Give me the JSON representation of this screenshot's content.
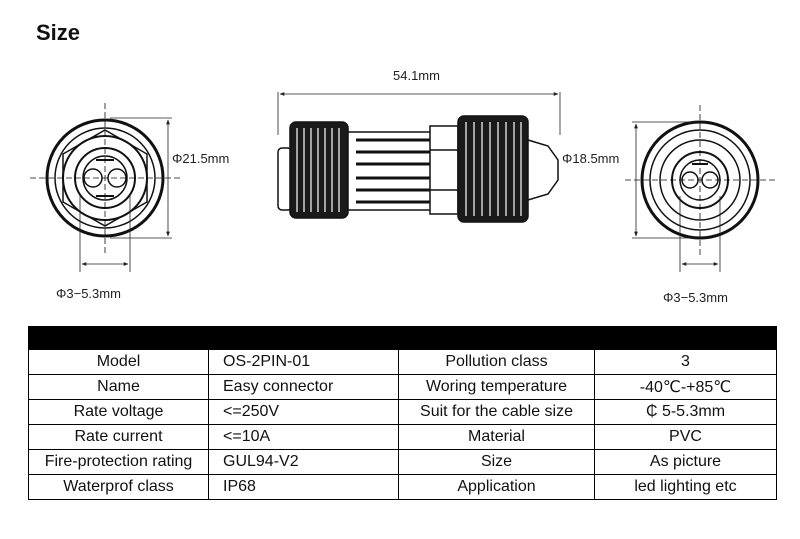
{
  "heading": "Size",
  "dimensions": {
    "length": "54.1mm",
    "left_diameter": "Φ21.5mm",
    "right_diameter": "Φ18.5mm",
    "left_cable": "Φ3−5.3mm",
    "right_cable": "Φ3−5.3mm"
  },
  "specs": [
    {
      "label": "Model",
      "value": "OS-2PIN-01",
      "label2": "Pollution class",
      "value2": "3"
    },
    {
      "label": "Name",
      "value": "Easy connector",
      "label2": "Woring temperature",
      "value2": "-40℃-+85℃"
    },
    {
      "label": "Rate voltage",
      "value": "<=250V",
      "label2": "Suit for the cable size",
      "value2": "₵ 5-5.3mm"
    },
    {
      "label": "Rate current",
      "value": "<=10A",
      "label2": "Material",
      "value2": "PVC"
    },
    {
      "label": "Fire-protection rating",
      "value": "GUL94-V2",
      "label2": "Size",
      "value2": "As picture"
    },
    {
      "label": "Waterprof  class",
      "value": "IP68",
      "label2": "Application",
      "value2": "led lighting etc"
    }
  ]
}
